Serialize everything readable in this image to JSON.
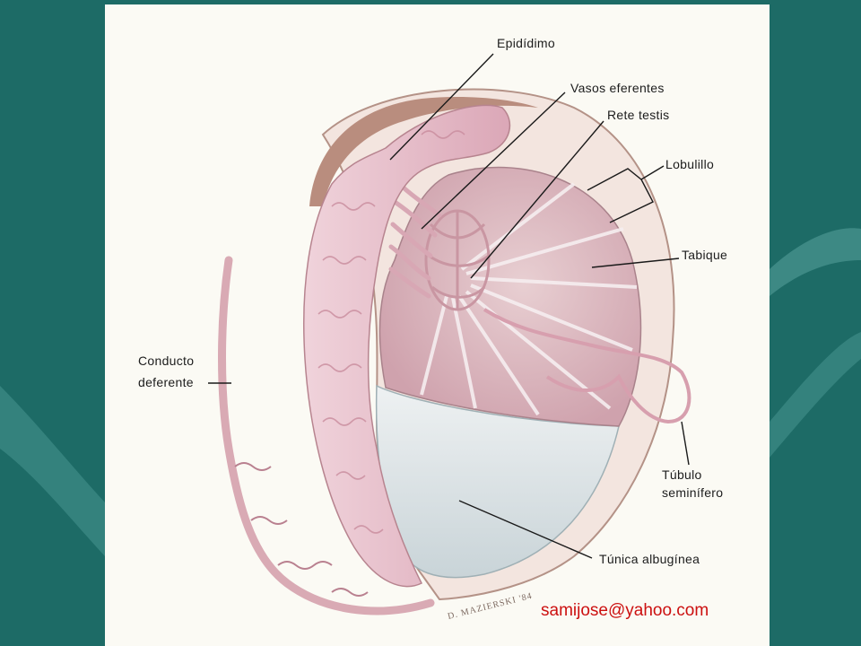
{
  "diagram": {
    "labels": {
      "epididimo": "Epidídimo",
      "vasos_eferentes": "Vasos eferentes",
      "rete_testis": "Rete testis",
      "lobulillo": "Lobulillo",
      "tabique": "Tabique",
      "conducto_line1": "Conducto",
      "conducto_line2": "deferente",
      "tubulo_line1": "Túbulo",
      "tubulo_line2": "seminífero",
      "tunica": "Túnica albugínea"
    },
    "signature": "D. MAZIERSKI '84"
  },
  "watermark": {
    "email": "samijose@yahoo.com"
  },
  "colors": {
    "background": "#1d6b66",
    "panel": "#fbfaf4",
    "epididymis": "#e9c3cf",
    "tissue": "#e0b8c0",
    "tunica": "#dfe5e8",
    "email": "#cc1010"
  }
}
